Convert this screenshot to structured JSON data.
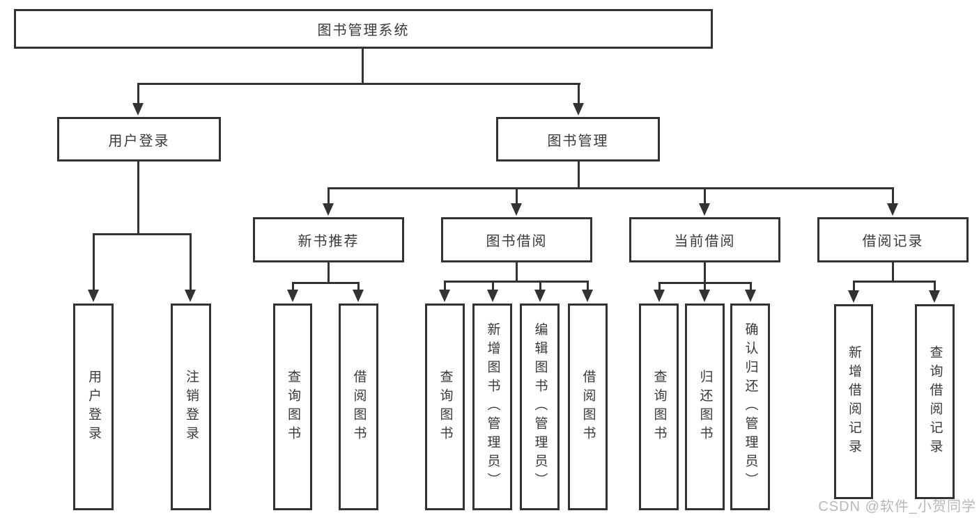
{
  "tree": {
    "label": "图书管理系统",
    "children": [
      {
        "label": "用户登录",
        "children": [
          {
            "label": "用户登录"
          },
          {
            "label": "注销登录"
          }
        ]
      },
      {
        "label": "图书管理",
        "children": [
          {
            "label": "新书推荐",
            "children": [
              {
                "label": "查询图书"
              },
              {
                "label": "借阅图书"
              }
            ]
          },
          {
            "label": "图书借阅",
            "children": [
              {
                "label": "查询图书"
              },
              {
                "label": "新增图书（管理员）"
              },
              {
                "label": "编辑图书（管理员）"
              },
              {
                "label": "借阅图书"
              }
            ]
          },
          {
            "label": "当前借阅",
            "children": [
              {
                "label": "查询图书"
              },
              {
                "label": "归还图书"
              },
              {
                "label": "确认归还（管理员）"
              }
            ]
          },
          {
            "label": "借阅记录",
            "children": [
              {
                "label": "新增借阅记录"
              },
              {
                "label": "查询借阅记录"
              }
            ]
          }
        ]
      }
    ]
  },
  "watermark": {
    "text": "CSDN @软件_小贺同学"
  },
  "colors": {
    "line": "#333333",
    "text": "#3a3a3a",
    "watermark": "#b8b8b8",
    "background": "#ffffff"
  }
}
